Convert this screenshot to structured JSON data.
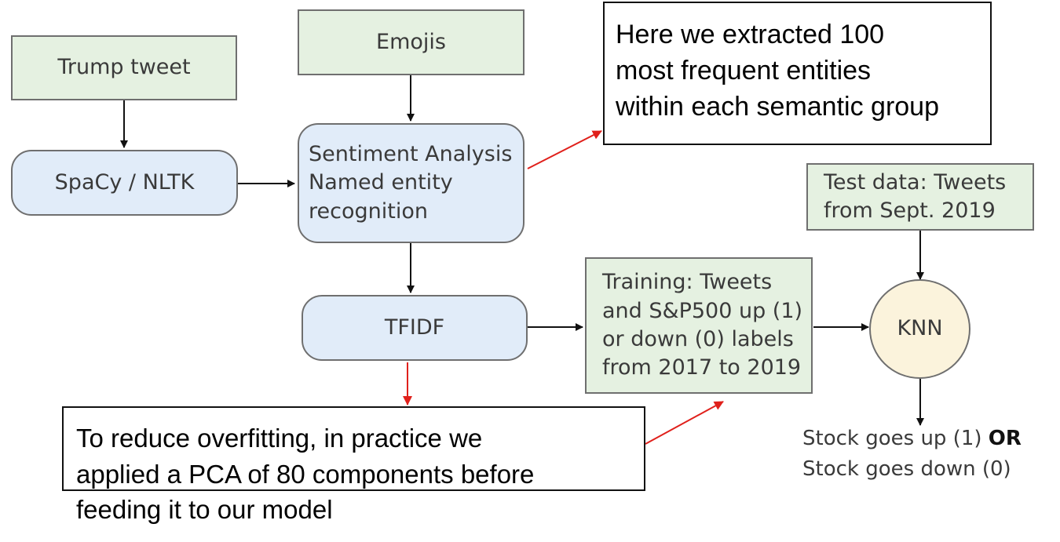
{
  "nodes": {
    "trump_tweet": "Trump tweet",
    "emojis": "Emojis",
    "spacy_nltk": "SpaCy / NLTK",
    "sentiment": "Sentiment Analysis\nNamed entity\nrecognition",
    "tfidf": "TFIDF",
    "training": "Training: Tweets\nand S&P500 up (1)\nor down (0) labels\nfrom 2017 to 2019",
    "test_data": "Test data: Tweets\nfrom Sept. 2019",
    "knn": "KNN"
  },
  "outcome": {
    "line1": "Stock goes up (1) ",
    "or": "OR",
    "line2": "Stock goes down (0)"
  },
  "callouts": {
    "entities": "Here we extracted 100\nmost frequent entities\nwithin each semantic group",
    "pca": "To reduce overfitting, in practice we\napplied a PCA of 80 components before\nfeeding it to our model"
  },
  "colors": {
    "input_fill": "#e5f1e1",
    "process_fill": "#e1ecf9",
    "model_fill": "#fbf3dc",
    "annotation_arrow": "#e0201b",
    "flow_arrow": "#111111"
  }
}
